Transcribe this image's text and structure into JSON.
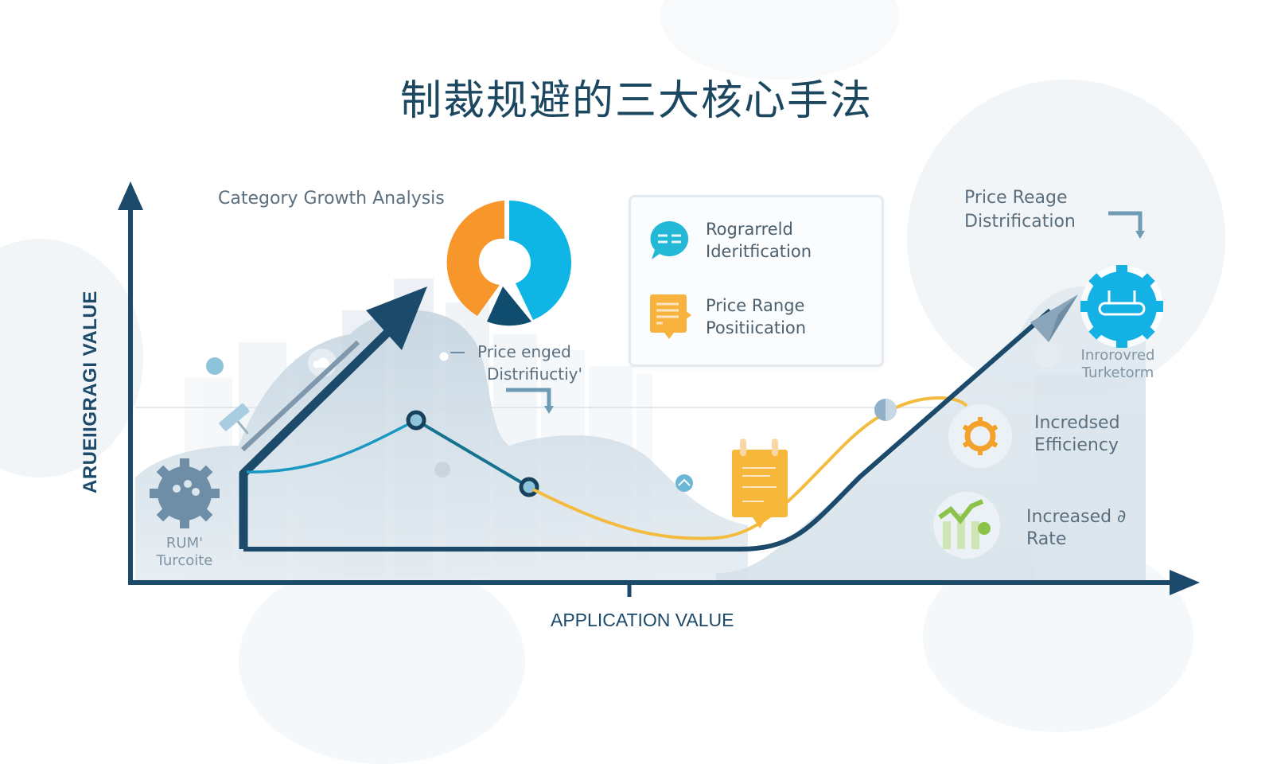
{
  "title": "制裁规避的三大核心手法",
  "axes": {
    "y_label": "ARUEIIGRAGI VALUE",
    "x_label": "APPLICATION VALUE"
  },
  "labels": {
    "category_growth": "Category Growth Analysis",
    "price_enged_line1": "Price enged",
    "price_enged_line2": "Distrifiuctiy'",
    "price_reage_line1": "Price Reage",
    "price_reage_line2": "Distrification",
    "rum_line1": "RUM'",
    "rum_line2": "Turcoite",
    "improved_line1": "Inrorovred",
    "improved_line2": "Turketorm",
    "efficiency_line1": "Incredsed",
    "efficiency_line2": "Efficiency",
    "rate_line1": "Increased ∂",
    "rate_line2": "Rate"
  },
  "card": {
    "items": [
      {
        "icon": "chat-bubble-icon",
        "line1": "Rograrreld",
        "line2": "Ideritfication"
      },
      {
        "icon": "document-note-icon",
        "line1": "Price Range",
        "line2": "Positiication"
      }
    ]
  },
  "colors": {
    "navy": "#1b4a6b",
    "cyan": "#0fb5e5",
    "orange": "#f7972b",
    "yellow": "#f3bc3e",
    "teal_line": "#1a98c2",
    "green": "#8bc34a",
    "title": "#1c4760"
  },
  "donut": {
    "segments": [
      {
        "name": "blue",
        "percent": 47,
        "color": "#0fb5e5"
      },
      {
        "name": "navy",
        "percent": 13,
        "color": "#0f4c6e"
      },
      {
        "name": "orange",
        "percent": 40,
        "color": "#f7972b"
      }
    ]
  }
}
